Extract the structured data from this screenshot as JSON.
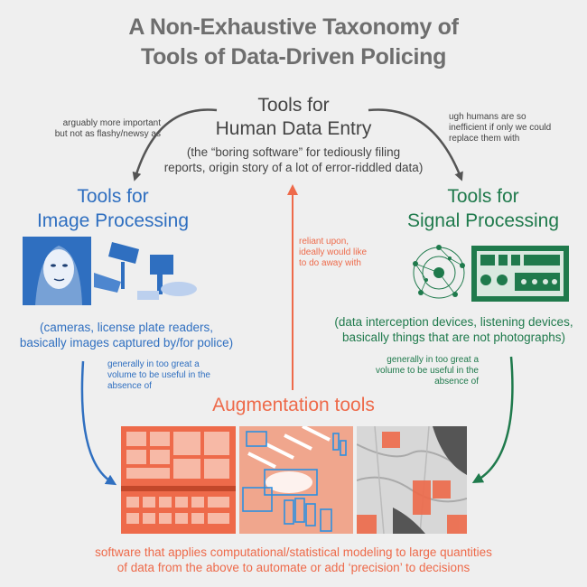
{
  "title": {
    "line1": "A Non-Exhaustive Taxonomy of",
    "line2": "Tools of Data-Driven Policing"
  },
  "human": {
    "title1": "Tools for",
    "title2": "Human Data Entry",
    "desc1": "(the “boring software” for tediously filing",
    "desc2": "reports, origin story of a lot of error-riddled data)"
  },
  "notes": {
    "left1": "arguably more important",
    "left2": "but not as flashy/newsy as",
    "right1": "ugh humans are so",
    "right2": "inefficient if only we could",
    "right3": "replace them with",
    "mid1": "reliant upon,",
    "mid2": "ideally would like",
    "mid3": "to do away with",
    "imgvol1": "generally in too great a",
    "imgvol2": "volume to be useful in the",
    "imgvol3": "absence of",
    "sigvol1": "generally in too great a",
    "sigvol2": "volume to be useful in the",
    "sigvol3": "absence of"
  },
  "image": {
    "title1": "Tools for",
    "title2": "Image Processing",
    "desc1": "(cameras, license plate readers,",
    "desc2": "basically images captured by/for police)"
  },
  "signal": {
    "title1": "Tools for",
    "title2": "Signal Processing",
    "desc1": "(data interception devices, listening devices,",
    "desc2": "basically things that are not photographs)"
  },
  "augment": {
    "title": "Augmentation tools",
    "desc1": "software that applies computational/statistical modeling to large quantities",
    "desc2": "of data from the above to automate or add ‘precision’ to decisions"
  },
  "colors": {
    "background": "#efefef",
    "title": "#6e6e6e",
    "blue": "#2f6fc0",
    "green": "#1f7a4c",
    "orange": "#ee6a4a",
    "arrow_gray": "#555555"
  }
}
